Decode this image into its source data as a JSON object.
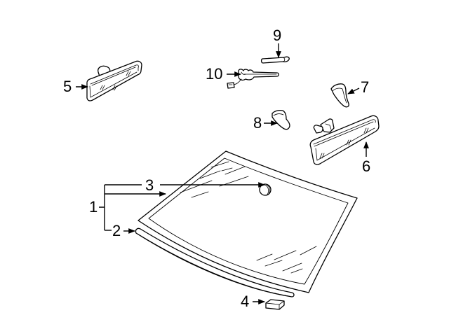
{
  "diagram": {
    "type": "exploded-parts-diagram",
    "subject": "windshield and rear view mirror assembly",
    "callouts": [
      {
        "id": "1",
        "label": "1",
        "target": "windshield-assembly"
      },
      {
        "id": "2",
        "label": "2",
        "target": "lower-molding"
      },
      {
        "id": "3",
        "label": "3",
        "target": "mirror-mount-button"
      },
      {
        "id": "4",
        "label": "4",
        "target": "spacer-block"
      },
      {
        "id": "5",
        "label": "5",
        "target": "rear-view-mirror-left"
      },
      {
        "id": "6",
        "label": "6",
        "target": "rear-view-mirror-right"
      },
      {
        "id": "7",
        "label": "7",
        "target": "mirror-cover-upper"
      },
      {
        "id": "8",
        "label": "8",
        "target": "mirror-cover-lower"
      },
      {
        "id": "9",
        "label": "9",
        "target": "trim-strip"
      },
      {
        "id": "10",
        "label": "10",
        "target": "wiring-harness"
      }
    ],
    "colors": {
      "line": "#000000",
      "background": "#ffffff"
    }
  }
}
